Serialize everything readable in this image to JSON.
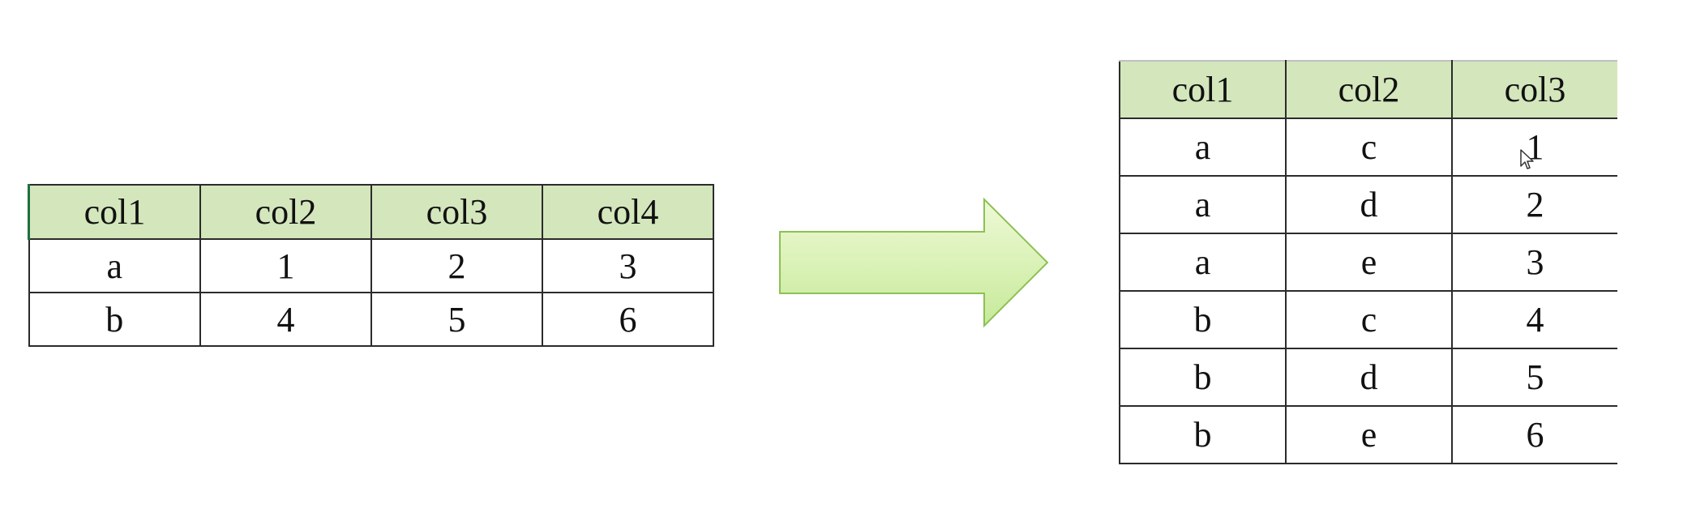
{
  "source_table": {
    "headers": [
      "col1",
      "col2",
      "col3",
      "col4"
    ],
    "rows": [
      [
        "a",
        "1",
        "2",
        "3"
      ],
      [
        "b",
        "4",
        "5",
        "6"
      ]
    ]
  },
  "result_table": {
    "headers": [
      "col1",
      "col2",
      "col3"
    ],
    "rows": [
      [
        "a",
        "c",
        "1"
      ],
      [
        "a",
        "d",
        "2"
      ],
      [
        "a",
        "e",
        "3"
      ],
      [
        "b",
        "c",
        "4"
      ],
      [
        "b",
        "d",
        "5"
      ],
      [
        "b",
        "e",
        "6"
      ]
    ]
  },
  "colors": {
    "header_fill": "#d4e6bc",
    "arrow_fill_light": "#eef9d6",
    "arrow_fill_dark": "#c7ea9a",
    "arrow_stroke": "#8cc152",
    "grid_line": "#2b2b2b"
  },
  "icons": {
    "arrow": "right-arrow-icon",
    "cursor": "mouse-pointer-icon"
  }
}
